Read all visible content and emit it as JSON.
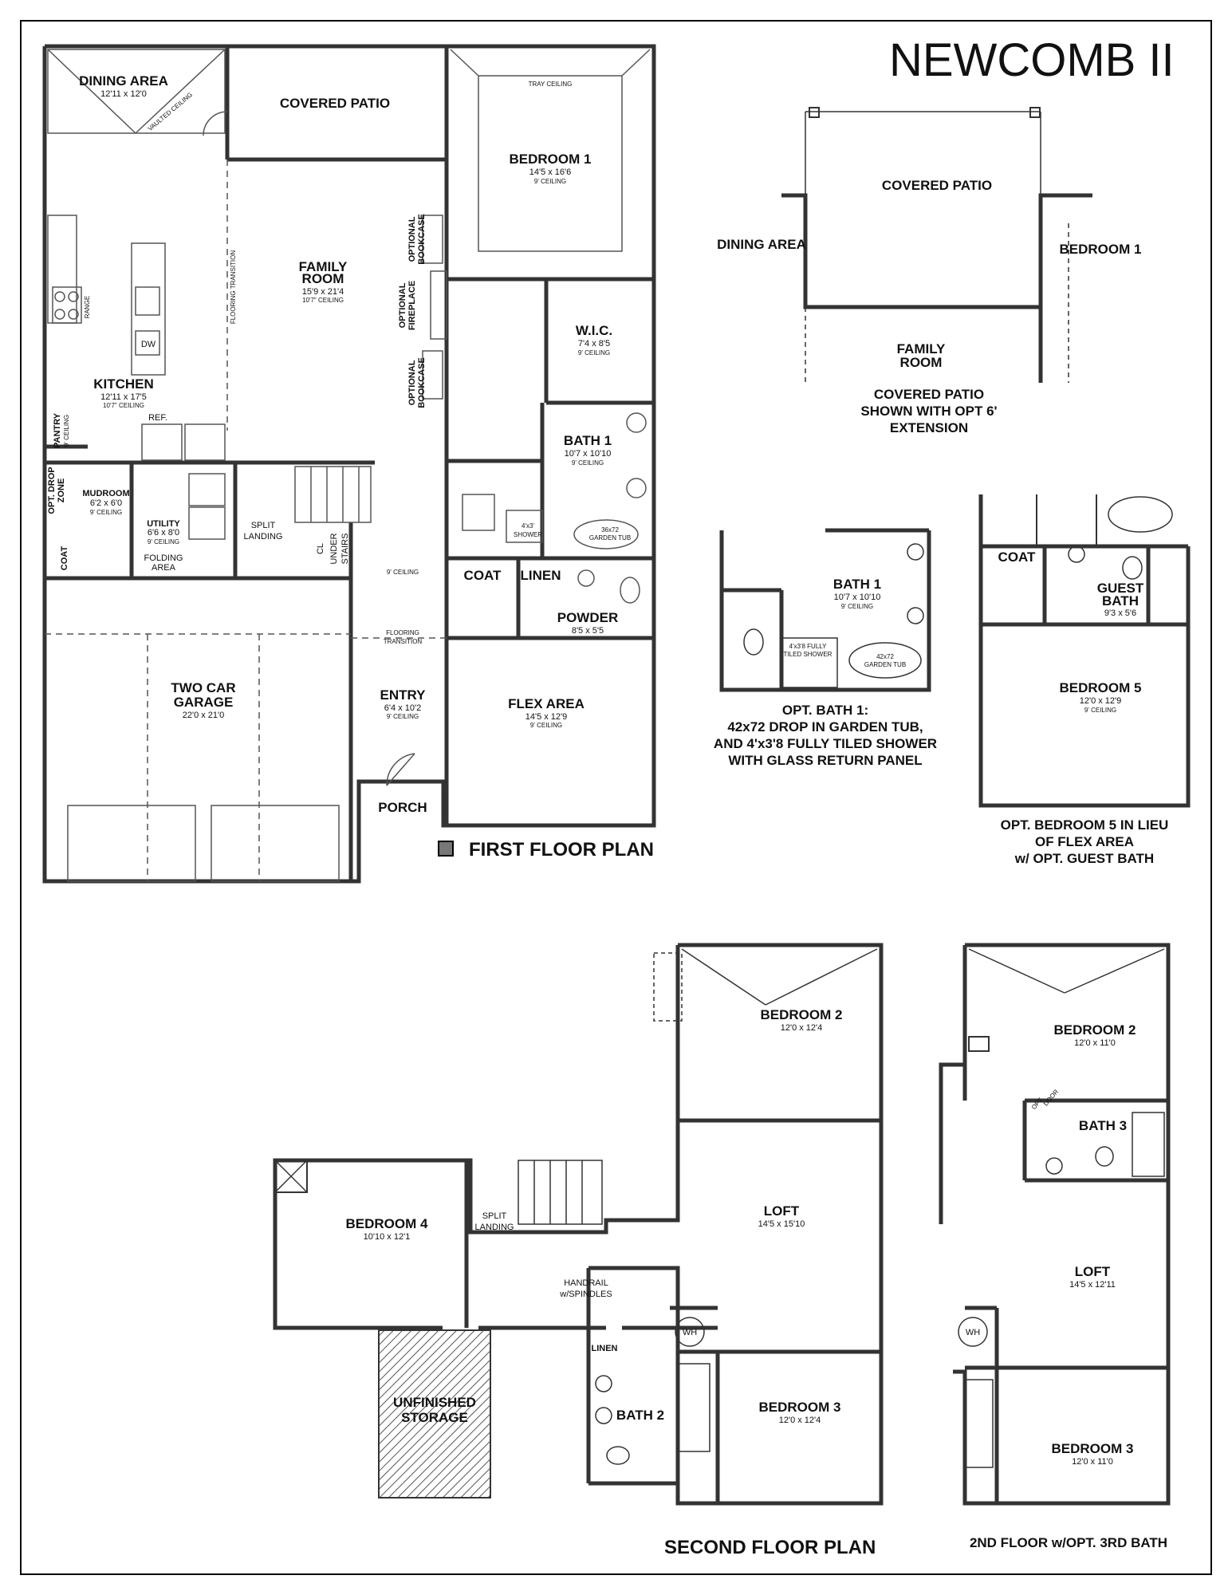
{
  "title": "NEWCOMB II",
  "captions": {
    "first_floor": "FIRST FLOOR PLAN",
    "second_floor": "SECOND FLOOR PLAN",
    "second_floor_opt": "2ND FLOOR w/OPT. 3RD BATH"
  },
  "first_floor": {
    "dining": {
      "name": "DINING AREA",
      "dim": "12'11 x 12'0",
      "note": "VAULTED CEILING"
    },
    "covered_patio": "COVERED PATIO",
    "bedroom1": {
      "name": "BEDROOM 1",
      "dim": "14'5 x 16'6",
      "ceiling": "9' CEILING",
      "tray": "TRAY CEILING"
    },
    "family_room": {
      "name1": "FAMILY",
      "name2": "ROOM",
      "dim": "15'9 x 21'4",
      "ceiling": "10'7\" CEILING"
    },
    "flooring_transition": "FLOORING TRANSITION",
    "kitchen": {
      "name": "KITCHEN",
      "dim": "12'11 x 17'5",
      "ceiling": "10'7\" CEILING",
      "range": "RANGE",
      "dw": "DW",
      "ref": "REF."
    },
    "pantry": {
      "name": "PANTRY",
      "ceiling": "9' CEILING"
    },
    "optional_bookcase": {
      "a": "OPTIONAL",
      "b": "BOOKCASE"
    },
    "optional_fireplace": {
      "a": "OPTIONAL",
      "b": "FIREPLACE"
    },
    "wic": {
      "name": "W.I.C.",
      "dim": "7'4 x 8'5",
      "ceiling": "9' CEILING"
    },
    "bath1": {
      "name": "BATH 1",
      "dim": "10'7 x 10'10",
      "ceiling": "9' CEILING",
      "shower": "4'x3'",
      "shower_label": "SHOWER",
      "tub": "36x72",
      "tub_label": "GARDEN TUB"
    },
    "opt_drop_zone": {
      "a": "OPT. DROP",
      "b": "ZONE"
    },
    "mudroom": {
      "name": "MUDROOM",
      "dim": "6'2 x 6'0",
      "ceiling": "9' CEILING"
    },
    "utility": {
      "name": "UTILITY",
      "dim": "6'6 x 8'0",
      "ceiling": "9' CEILING"
    },
    "folding": {
      "a": "FOLDING",
      "b": "AREA"
    },
    "coat": "COAT",
    "split_landing": {
      "a": "SPLIT",
      "b": "LANDING"
    },
    "cl": "CL",
    "under_stairs": {
      "a": "UNDER",
      "b": "STAIRS"
    },
    "nine_ceiling": "9' CEILING",
    "linen": "LINEN",
    "powder": {
      "name": "POWDER",
      "dim": "8'5 x 5'5"
    },
    "flooring_transition2": {
      "a": "FLOORING",
      "b": "TRANSITION"
    },
    "garage": {
      "name1": "TWO CAR",
      "name2": "GARAGE",
      "dim": "22'0 x 21'0"
    },
    "entry": {
      "name": "ENTRY",
      "dim": "6'4 x 10'2",
      "ceiling": "9' CEILING"
    },
    "flex": {
      "name": "FLEX AREA",
      "dim": "14'5 x 12'9",
      "ceiling": "9' CEILING"
    },
    "porch": "PORCH"
  },
  "opt_patio": {
    "covered_patio": "COVERED PATIO",
    "dining": "DINING AREA",
    "bedroom1": "BEDROOM 1",
    "family1": "FAMILY",
    "family2": "ROOM",
    "caption": [
      "COVERED PATIO",
      "SHOWN WITH OPT 6'",
      "EXTENSION"
    ]
  },
  "opt_bath1": {
    "name": "BATH 1",
    "dim": "10'7 x 10'10",
    "ceiling": "9' CEILING",
    "shower1": "4'x3'8 FULLY",
    "shower2": "TILED SHOWER",
    "tub": "42x72",
    "tub_label": "GARDEN TUB",
    "caption": [
      "OPT. BATH 1:",
      "42x72 DROP IN GARDEN TUB,",
      "AND 4'x3'8 FULLY TILED SHOWER",
      "WITH GLASS RETURN PANEL"
    ]
  },
  "opt_bedroom5": {
    "coat": "COAT",
    "guest_bath": {
      "a": "GUEST",
      "b": "BATH",
      "dim": "9'3 x 5'6"
    },
    "bedroom5": {
      "name": "BEDROOM 5",
      "dim": "12'0 x 12'9",
      "ceiling": "9' CEILING"
    },
    "caption": [
      "OPT. BEDROOM 5 IN LIEU",
      "OF FLEX AREA",
      "w/ OPT. GUEST BATH"
    ]
  },
  "second_floor": {
    "bedroom2": {
      "name": "BEDROOM 2",
      "dim": "12'0 x 12'4"
    },
    "bedroom4": {
      "name": "BEDROOM 4",
      "dim": "10'10 x 12'1"
    },
    "split_landing": {
      "a": "SPLIT",
      "b": "LANDING"
    },
    "loft": {
      "name": "LOFT",
      "dim": "14'5 x 15'10"
    },
    "handrail": {
      "a": "HANDRAIL",
      "b": "w/SPINDLES"
    },
    "storage": {
      "a": "UNFINISHED",
      "b": "STORAGE"
    },
    "linen": "LINEN",
    "wh": "WH",
    "bath2": "BATH 2",
    "bedroom3": {
      "name": "BEDROOM 3",
      "dim": "12'0 x 12'4"
    }
  },
  "second_floor_opt": {
    "bedroom2": {
      "name": "BEDROOM 2",
      "dim": "12'0 x 11'0"
    },
    "opt_door": {
      "a": "OPT.",
      "b": "DOOR"
    },
    "bath3": "BATH 3",
    "loft": {
      "name": "LOFT",
      "dim": "14'5 x 12'11"
    },
    "wh": "WH",
    "bedroom3": {
      "name": "BEDROOM 3",
      "dim": "12'0 x 11'0"
    }
  }
}
